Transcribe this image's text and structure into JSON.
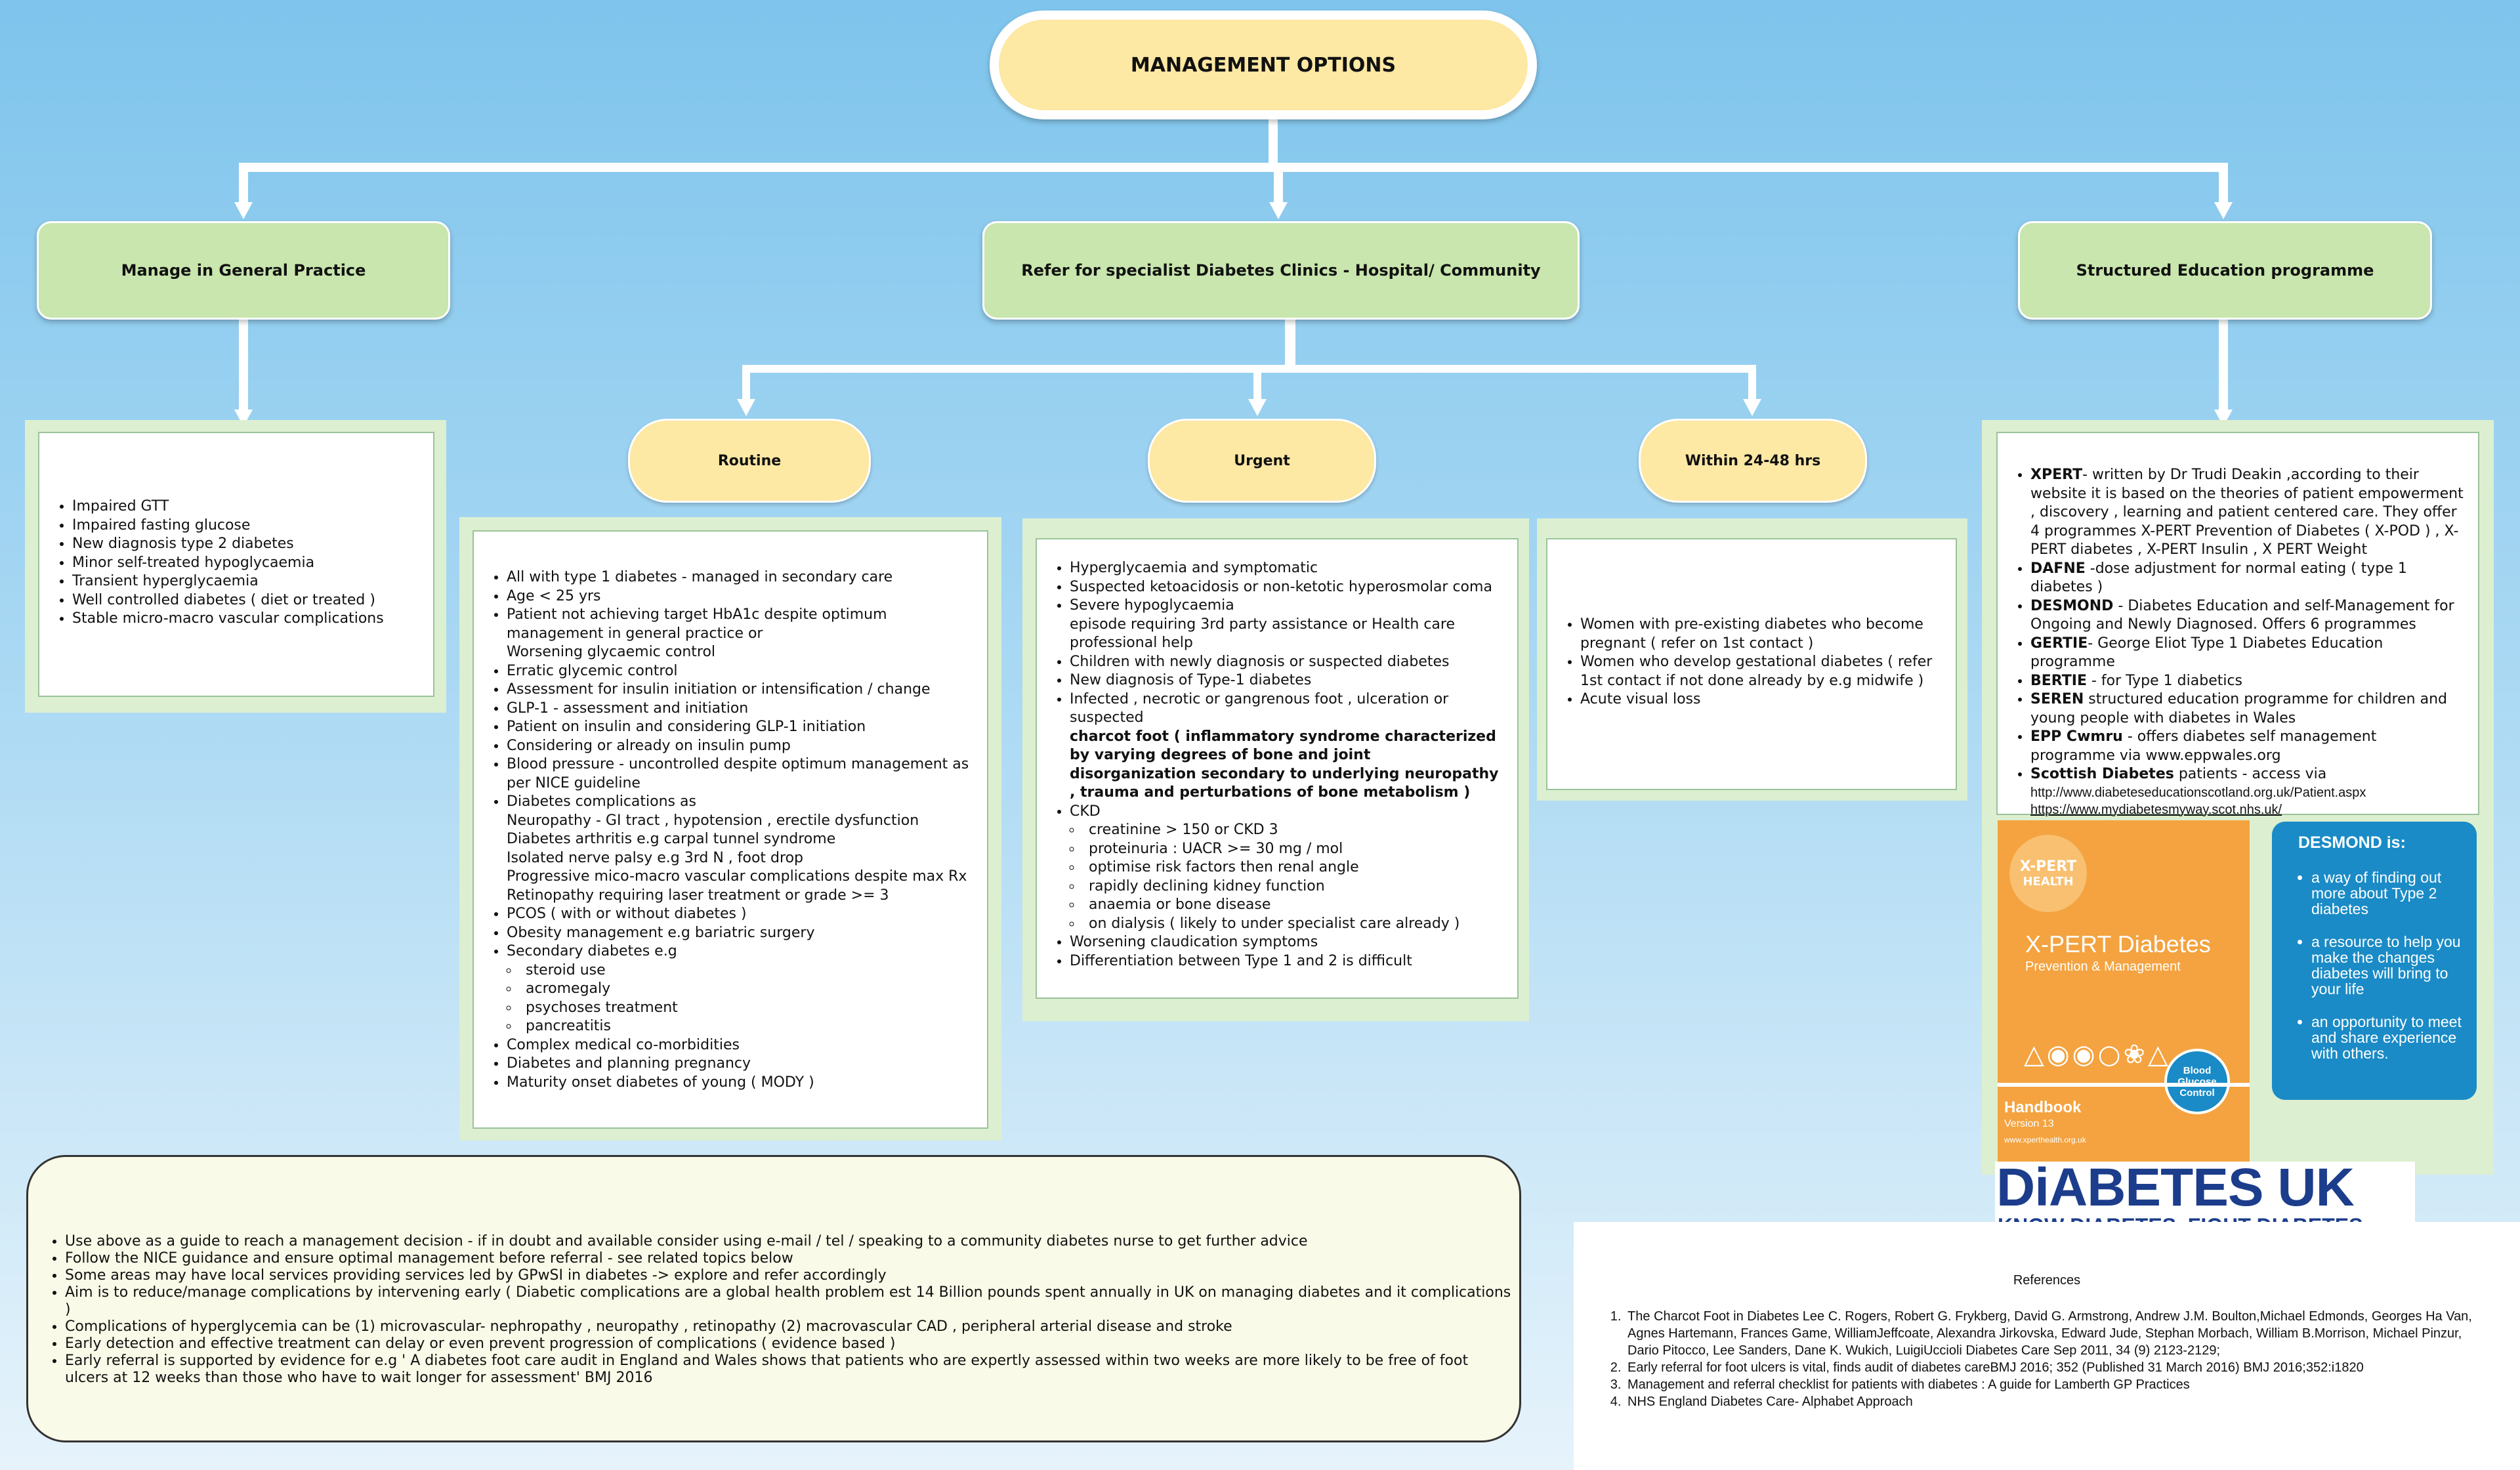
{
  "title": "MANAGEMENT OPTIONS",
  "branches": {
    "gp": "Manage in General Practice",
    "specialist": "Refer for specialist Diabetes Clinics - Hospital/ Community",
    "education": "Structured Education programme"
  },
  "urgency": {
    "routine": "Routine",
    "urgent": "Urgent",
    "within": "Within 24-48 hrs"
  },
  "gp_list": [
    "Impaired GTT",
    "Impaired fasting glucose",
    "New diagnosis type 2 diabetes",
    "Minor self-treated hypoglycaemia",
    "Transient hyperglycaemia",
    "Well controlled diabetes ( diet or treated )",
    "Stable micro-macro vascular complications"
  ],
  "routine_list": {
    "i1": "All with type 1 diabetes - managed in secondary care",
    "i2": "Age < 25 yrs",
    "i3a": "Patient not achieving target HbA1c despite optimum management in general practice or",
    "i3b": "Worsening glycaemic control",
    "i4": "Erratic glycemic control",
    "i5": "Assessment for insulin initiation or intensification / change",
    "i6": "GLP-1 - assessment and initiation",
    "i7": "Patient on insulin and considering GLP-1 initiation",
    "i8": "Considering or already on insulin pump",
    "i9": "Blood pressure - uncontrolled despite optimum management as per NICE guideline",
    "i10a": "Diabetes complications as",
    "i10b": "Neuropathy - GI tract , hypotension , erectile dysfunction",
    "i10c": "Diabetes arthritis  e.g carpal tunnel syndrome",
    "i10d": "Isolated nerve palsy e.g 3rd N , foot drop",
    "i10e": "Progressive mico-macro vascular complications despite max Rx",
    "i10f": "Retinopathy requiring laser treatment or grade >= 3",
    "i11": "PCOS ( with or without diabetes )",
    "i12": "Obesity management e.g bariatric surgery",
    "i13": "Secondary diabetes e.g",
    "s1": "steroid use",
    "s2": "acromegaly",
    "s3": "psychoses treatment",
    "s4": "pancreatitis",
    "i14": "Complex medical co-morbidities",
    "i15": "Diabetes and planning pregnancy",
    "i16": "Maturity onset diabetes of young ( MODY )"
  },
  "urgent_list": {
    "u1": "Hyperglycaemia and symptomatic",
    "u2": "Suspected ketoacidosis or non-ketotic hyperosmolar coma",
    "u3a": "Severe hypoglycaemia",
    "u3b": "episode requiring 3rd party assistance or Health care professional help",
    "u4": "Children with newly diagnosis or suspected diabetes",
    "u5": "New diagnosis of Type-1 diabetes",
    "u6a": "Infected , necrotic or gangrenous foot , ulceration or suspected",
    "u6b": "charcot foot ( inflammatory syndrome characterized by varying degrees of bone and joint disorganization secondary to underlying neuropathy , trauma and perturbations of bone metabolism )",
    "u7": "CKD",
    "c1": "creatinine > 150 or CKD 3",
    "c2": "proteinuria : UACR >= 30 mg / mol",
    "c3": "optimise risk factors then renal angle",
    "c4": "rapidly declining kidney function",
    "c5": "anaemia or bone disease",
    "c6": "on dialysis ( likely to under specialist care already )",
    "u8": "Worsening claudication symptoms",
    "u9": "Differentiation between Type 1 and 2 is difficult"
  },
  "within_list": [
    "Women with pre-existing diabetes who become pregnant ( refer on 1st contact )",
    "Women who develop gestational diabetes ( refer 1st contact if not done already by e.g midwife )",
    "Acute visual loss"
  ],
  "education_list": {
    "e1n": "XPERT",
    "e1t": "- written by Dr Trudi Deakin ,according to their website it is based on the theories of patient empowerment , discovery , learning and patient centered care. They offer 4 programmes X-PERT Prevention of Diabetes ( X-POD ) , X-PERT diabetes , X-PERT Insulin , X PERT Weight",
    "e2n": "DAFNE",
    "e2t": " -dose adjustment for normal eating ( type 1 diabetes )",
    "e3n": "DESMOND",
    "e3t": " - Diabetes Education and self-Management for Ongoing and Newly Diagnosed. Offers 6 programmes",
    "e4n": "GERTIE",
    "e4t": "- George Eliot Type 1 Diabetes Education programme",
    "e5n": "BERTIE",
    "e5t": " - for Type 1 diabetics",
    "e6n": "SEREN",
    "e6t": " structured education programme for children and young people with diabetes in Wales",
    "e7n": "EPP Cwmru",
    "e7t": " - offers diabetes self management programme via www.eppwales.org",
    "e8n": "Scottish Diabetes",
    "e8t": " patients - access via",
    "e8l1": "http://www.diabeteseducationscotland.org.uk/Patient.aspx",
    "e8l2": "https://www.mydiabetesmyway.scot.nhs.uk/"
  },
  "xpert_card": {
    "badge_top": "X-PERT",
    "badge_bottom": "HEALTH",
    "title": "X-PERT Diabetes",
    "subtitle": "Prevention & Management",
    "circle": "Blood Glucose Control",
    "handbook": "Handbook",
    "version": "Version 13",
    "site": "www.xperthealth.org.uk"
  },
  "desmond_card": {
    "title": "DESMOND is:",
    "items": [
      "a way of finding out more about Type 2 diabetes",
      "a resource to help you make the changes diabetes will bring to your life",
      "an opportunity to meet and share experience with others."
    ]
  },
  "diabetes_uk": {
    "logo": "DiABETES UK",
    "tagline": "KNOW DIABETES. FIGHT DIABETES."
  },
  "bottom_notes": [
    "Use above as a guide to reach a management decision - if in doubt and available consider using e-mail / tel / speaking to a community diabetes nurse  to get further advice",
    "Follow the NICE guidance and ensure optimal management before referral - see related topics below",
    "Some areas may have local services providing services led by GPwSI in diabetes -> explore and refer  accordingly",
    "Aim is to reduce/manage complications by intervening early ( Diabetic complications are a global health problem est 14 Billion pounds spent annually in UK on managing diabetes and it complications )",
    "Complications of hyperglycemia can be (1) microvascular- nephropathy , neuropathy , retinopathy (2) macrovascular CAD , peripheral arterial disease and stroke",
    "Early detection and effective treatment can delay or even prevent progression of complications ( evidence based )",
    "Early referral is supported by evidence for e.g ' A diabetes foot care audit in England and Wales shows that patients who are expertly assessed within two weeks are more likely to be free of foot ulcers at 12 weeks than those who have to wait longer for assessment' BMJ 2016"
  ],
  "references": {
    "heading": "References",
    "r1": "The Charcot Foot in Diabetes Lee C. Rogers, Robert G. Frykberg, David G. Armstrong, Andrew J.M. Boulton,Michael Edmonds, Georges Ha Van, Agnes Hartemann, Frances Game, WilliamJeffcoate, Alexandra Jirkovska, Edward Jude, Stephan Morbach, William B.Morrison, Michael Pinzur, Dario Pitocco, Lee Sanders, Dane K. Wukich, LuigiUccioli Diabetes Care Sep 2011, 34 (9) 2123-2129;",
    "r2": "Early referral for foot ulcers is vital, finds audit of diabetes careBMJ 2016; 352  (Published 31 March 2016)  BMJ 2016;352:i1820",
    "r3": "Management and referral checklist for patients with diabetes : A guide for Lamberth GP Practices",
    "r4": "NHS England Diabetes Care- Alphabet Approach"
  }
}
